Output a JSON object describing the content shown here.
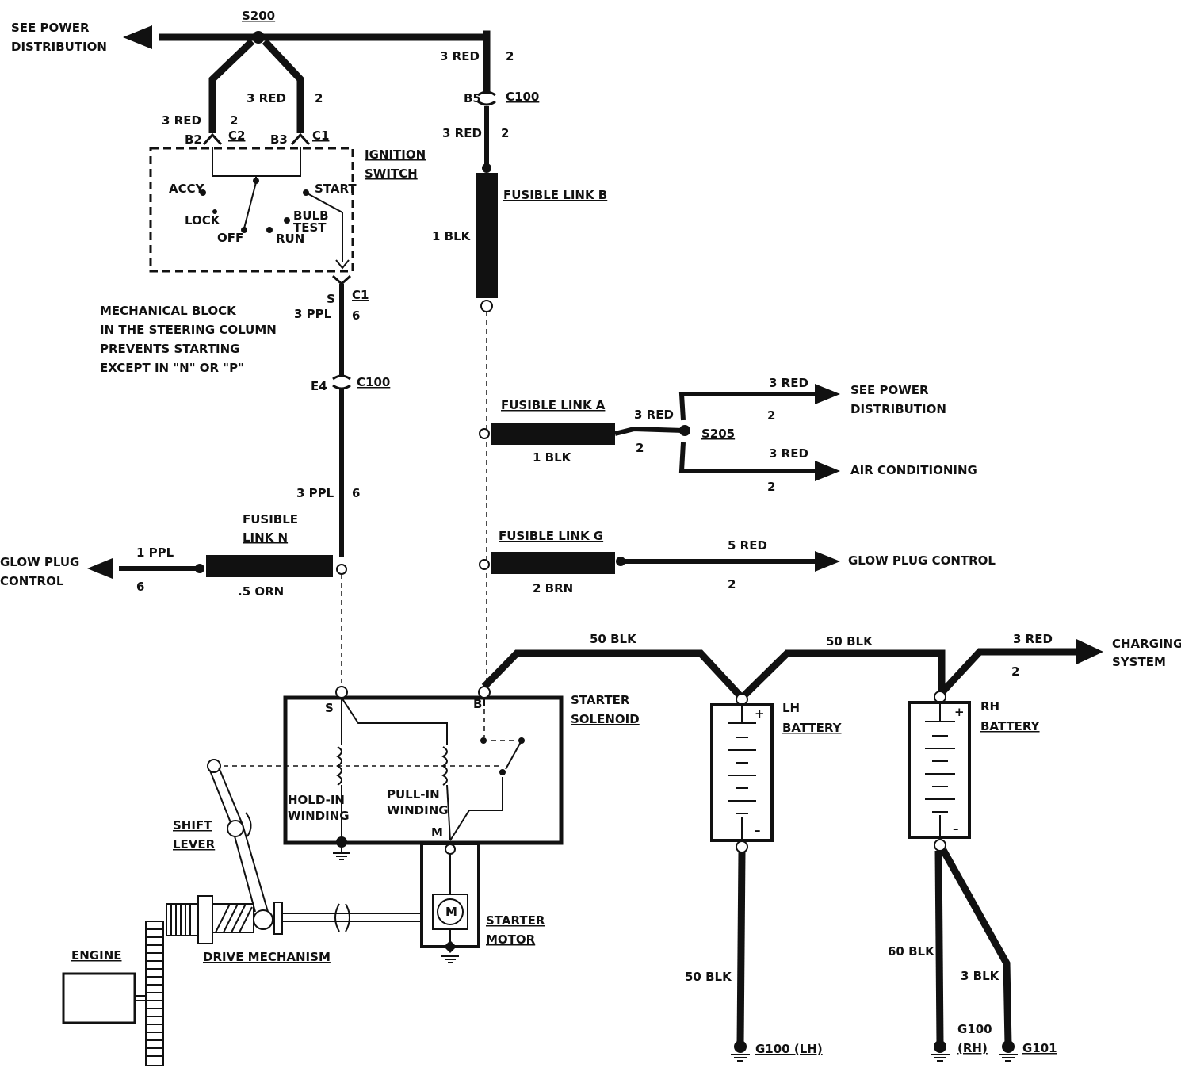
{
  "colors": {
    "ink": "#111111",
    "paper": "#ffffff"
  },
  "splices": {
    "s200": "S200",
    "s205": "S205"
  },
  "connectors": {
    "c1": "C1",
    "c2": "C2",
    "c100": "C100",
    "b2": "B2",
    "b3": "B3",
    "b5": "B5",
    "e4": "E4",
    "s": "S"
  },
  "wires": {
    "red3": "3 RED",
    "red5": "5 RED",
    "ppl3": "3 PPL",
    "ppl1": "1 PPL",
    "blk1": "1 BLK",
    "blk50": "50 BLK",
    "blk60": "60 BLK",
    "blk3": "3 BLK",
    "brn2": "2 BRN",
    "orn05": ".5 ORN",
    "circuit2": "2",
    "circuit6": "6"
  },
  "destinations": {
    "see_power_1": "SEE POWER",
    "see_power_2": "DISTRIBUTION",
    "air_conditioning": "AIR CONDITIONING",
    "glow_plug_control": "GLOW PLUG CONTROL",
    "glow_plug_1": "GLOW PLUG",
    "glow_plug_2": "CONTROL",
    "charging_1": "CHARGING",
    "charging_2": "SYSTEM"
  },
  "components": {
    "ignition_1": "IGNITION",
    "ignition_2": "SWITCH",
    "fusible_link_b": "FUSIBLE LINK B",
    "fusible_link_a": "FUSIBLE LINK A",
    "fusible_link_g": "FUSIBLE LINK G",
    "fusible_1": "FUSIBLE",
    "link_n": "LINK N",
    "starter_solenoid_1": "STARTER",
    "starter_solenoid_2": "SOLENOID",
    "hold_in_1": "HOLD-IN",
    "hold_in_2": "WINDING",
    "pull_in_1": "PULL-IN",
    "pull_in_2": "WINDING",
    "terminal_b": "B",
    "terminal_m": "M",
    "starter_motor_1": "STARTER",
    "starter_motor_2": "MOTOR",
    "motor_symbol": "M",
    "shift_1": "SHIFT",
    "shift_2": "LEVER",
    "drive_mechanism": "DRIVE MECHANISM",
    "engine": "ENGINE",
    "lh_1": "LH",
    "rh_1": "RH",
    "battery": "BATTERY",
    "plus": "+",
    "minus": "–"
  },
  "switch_positions": {
    "accy": "ACCY",
    "lock": "LOCK",
    "off": "OFF",
    "run": "RUN",
    "start": "START",
    "bulb": "BULB",
    "test": "TEST"
  },
  "note": {
    "line1": "MECHANICAL BLOCK",
    "line2": "IN THE STEERING COLUMN",
    "line3": "PREVENTS STARTING",
    "line4": "EXCEPT IN \"N\" OR \"P\""
  },
  "grounds": {
    "g100_lh": "G100 (LH)",
    "g100": "G100",
    "rh_paren": "(RH)",
    "g101": "G101"
  }
}
